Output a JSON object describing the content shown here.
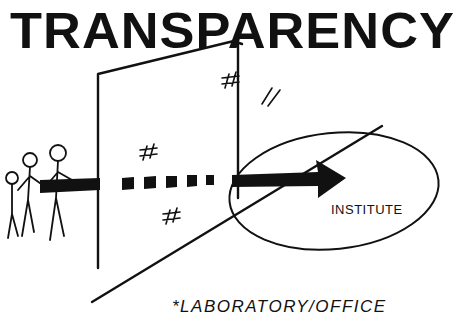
{
  "diagram": {
    "title": "TRANSPARENCY",
    "nodes": [
      {
        "text": [
          "INSTITUTE"
        ]
      }
    ],
    "labels": [
      "*LABORATORY/OFFICE"
    ]
  }
}
